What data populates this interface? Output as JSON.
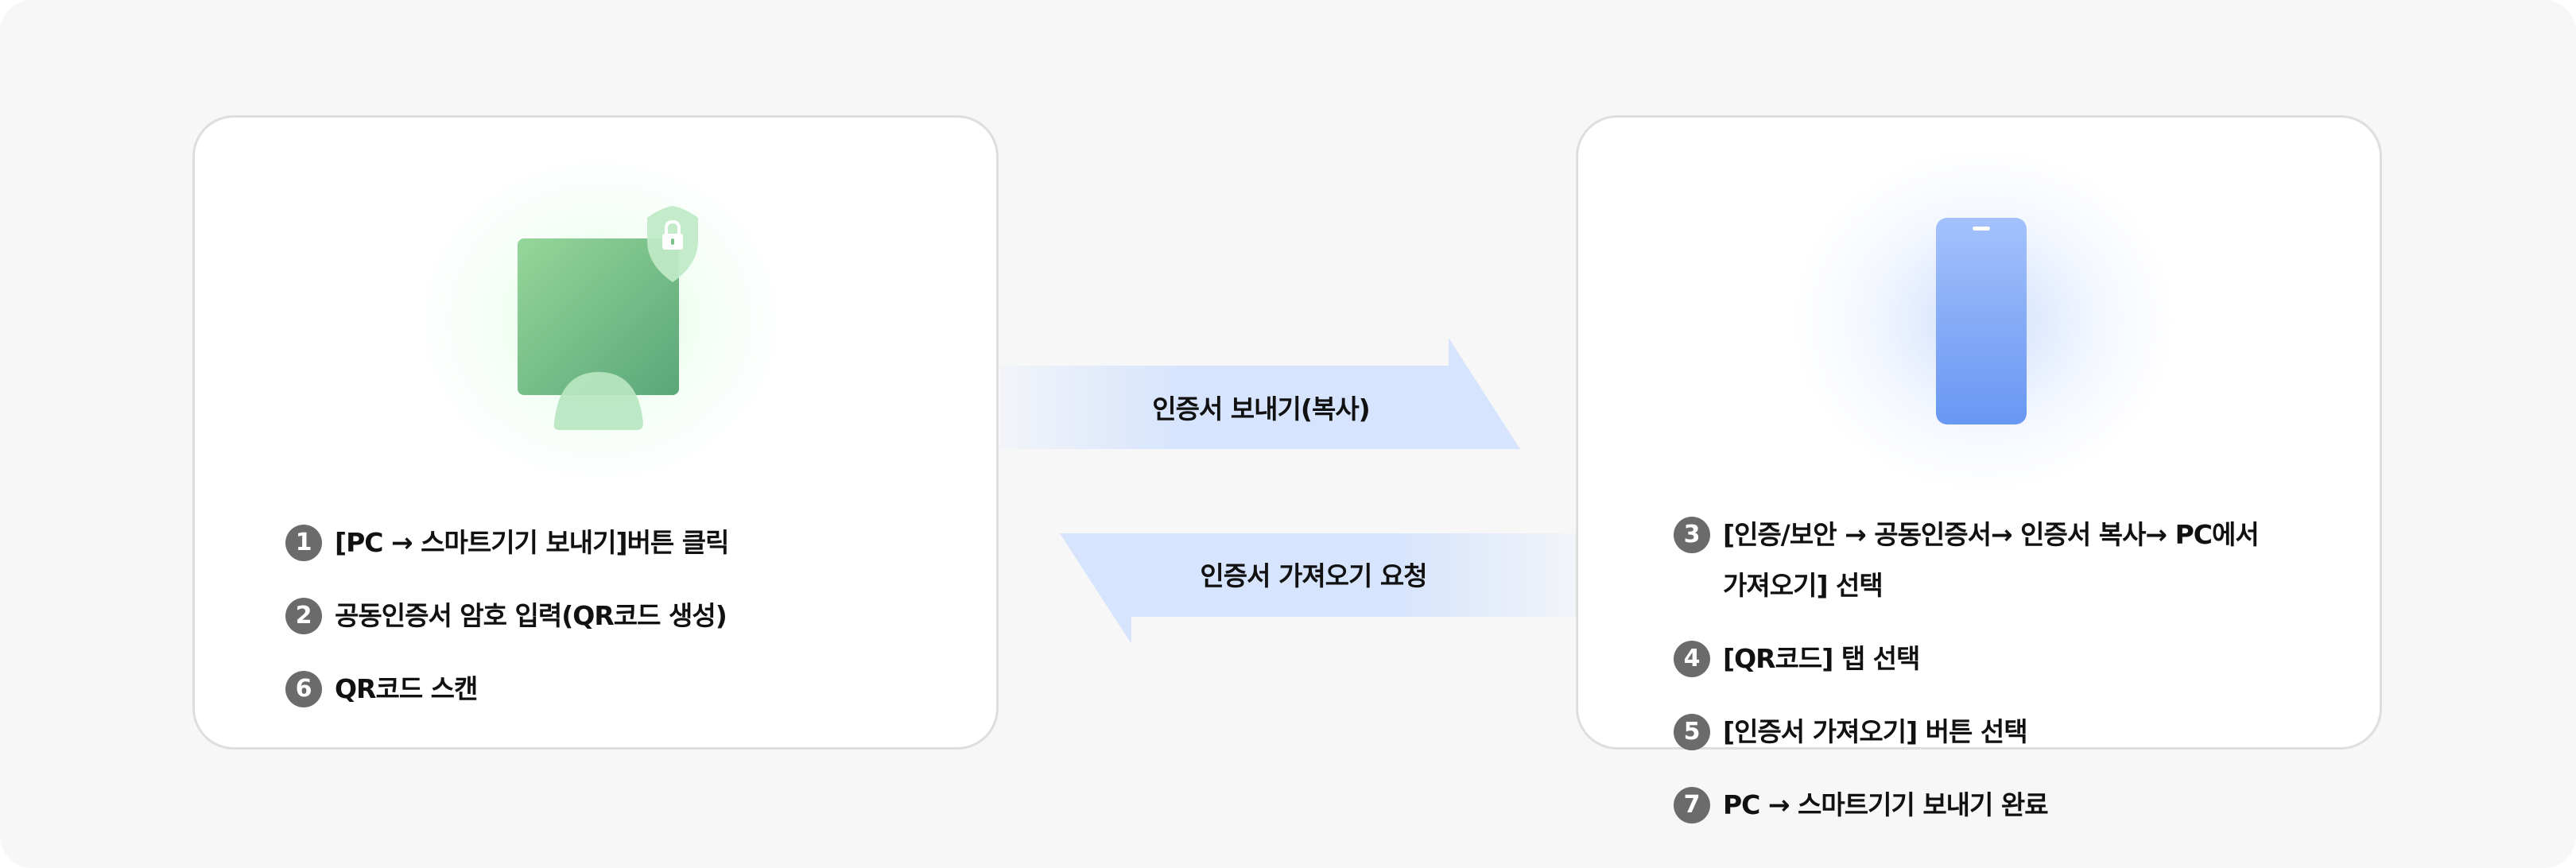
{
  "left_panel": {
    "device": "pc-monitor-with-lock-shield",
    "steps": [
      {
        "number": "1",
        "text": "[PC → 스마트기기 보내기]버튼 클릭"
      },
      {
        "number": "2",
        "text": "공동인증서 암호 입력(QR코드 생성)"
      },
      {
        "number": "6",
        "text": "QR코드 스캔"
      }
    ]
  },
  "right_panel": {
    "device": "smartphone",
    "steps": [
      {
        "number": "3",
        "text": "[인증/보안 → 공동인증서→ 인증서 복사→ PC에서 가져오기] 선택"
      },
      {
        "number": "4",
        "text": "[QR코드] 탭 선택"
      },
      {
        "number": "5",
        "text": "[인증서 가져오기] 버튼 선택"
      },
      {
        "number": "7",
        "text": "PC → 스마트기기 보내기 완료"
      }
    ]
  },
  "arrows": {
    "send": {
      "label": "인증서 보내기(복사)",
      "direction": "right"
    },
    "request": {
      "label": "인증서 가져오기 요청",
      "direction": "left"
    }
  },
  "colors": {
    "background": "#f7f7f7",
    "arrow": "#d6e4fd",
    "pc_green": "#6bbd86",
    "phone_blue": "#7ea6f5",
    "step_badge": "#6b6b6b"
  }
}
